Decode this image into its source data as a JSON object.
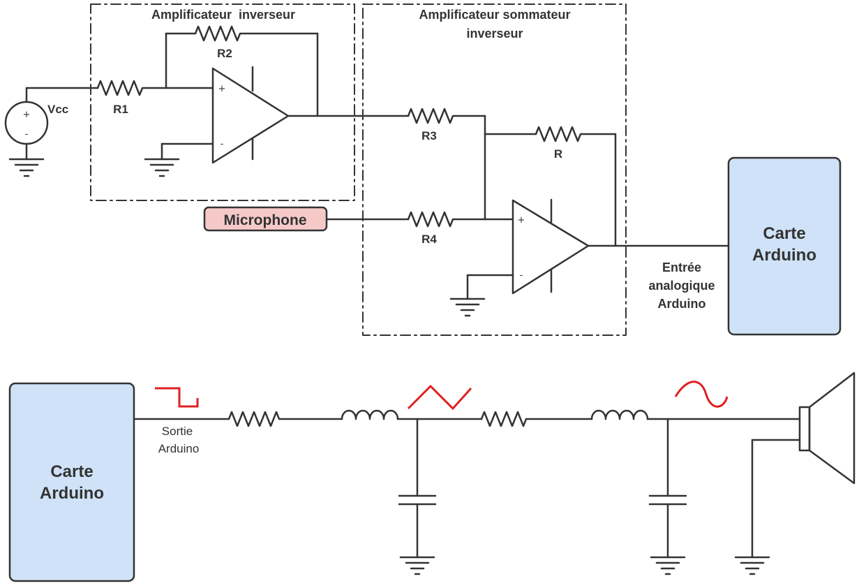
{
  "blocks": {
    "inverting_amp": "Amplificateur  inverseur",
    "summing_amp_line1": "Amplificateur sommateur",
    "summing_amp_line2": "inverseur"
  },
  "components": {
    "source": "Vcc",
    "r1": "R1",
    "r2": "R2",
    "r3": "R3",
    "r4": "R4",
    "r": "R",
    "microphone": "Microphone"
  },
  "opamp_signs": {
    "plus": "+",
    "minus": "-"
  },
  "arduino_top": {
    "line1": "Carte",
    "line2": "Arduino"
  },
  "analog_input": {
    "line1": "Entrée",
    "line2": "analogique",
    "line3": "Arduino"
  },
  "arduino_bottom": {
    "line1": "Carte",
    "line2": "Arduino"
  },
  "output_label": {
    "line1": "Sortie",
    "line2": "Arduino"
  },
  "colors": {
    "wire": "#333333",
    "arduino_fill": "#cfe2f7",
    "microphone_fill": "#f6c9c9",
    "waveform": "#e02020"
  }
}
